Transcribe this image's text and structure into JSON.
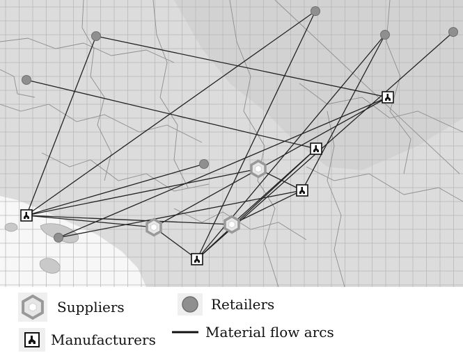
{
  "legend": {
    "suppliers_label": "Suppliers",
    "retailers_label": "Retailers",
    "manufacturers_label": "Manufacturers",
    "flow_label": "Material flow arcs"
  },
  "node_types": {
    "supplier": {
      "icon": "hexagon-icon",
      "fill": "#e6e6e6",
      "stroke": "#999999"
    },
    "retailer": {
      "icon": "circle-icon",
      "fill": "#8f8f8f",
      "stroke": "#6f6f6f"
    },
    "manufacturer": {
      "icon": "factory-box-icon",
      "fill": "#ffffff",
      "stroke": "#111111"
    }
  },
  "colors": {
    "map_light": "#f1f1f1",
    "map_region": "#dcdcdc",
    "map_darker": "#cfcfcf",
    "grid": "#b9b9b9",
    "boundary": "#8e8e8e",
    "arc": "#222222"
  }
}
